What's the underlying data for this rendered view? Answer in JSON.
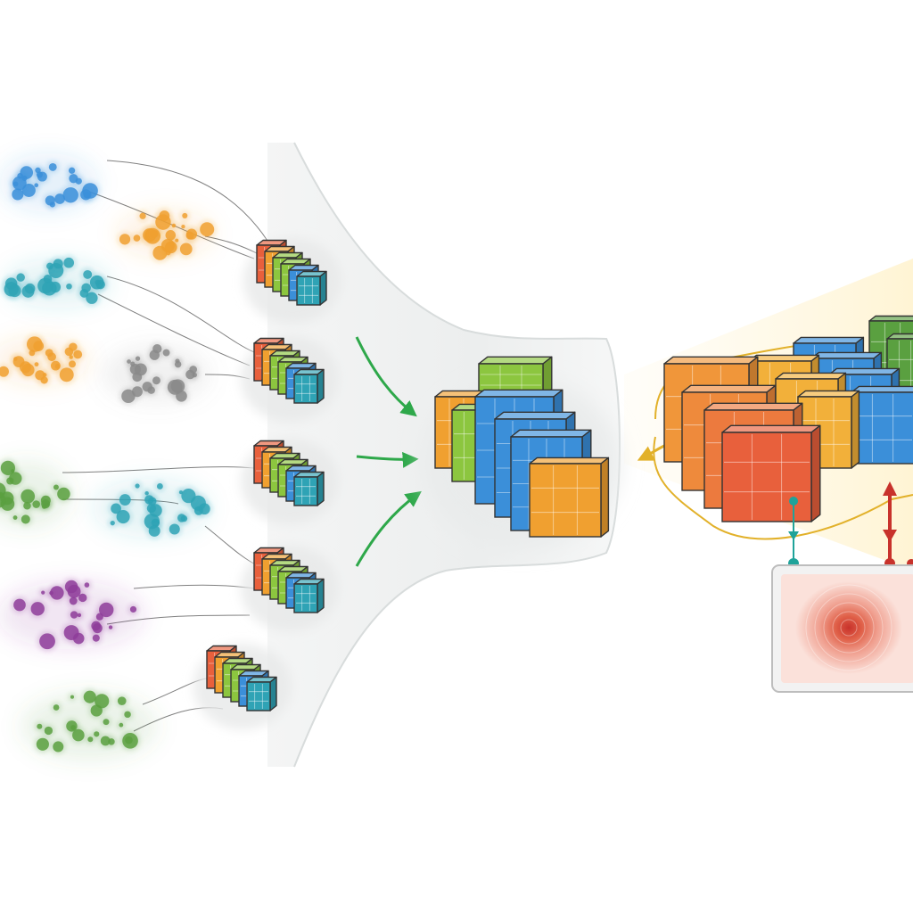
{
  "diagram": {
    "colors": {
      "blue": "#3b8fd9",
      "orange": "#f0a030",
      "teal": "#2fa3b5",
      "gray": "#8a8a8a",
      "green": "#5aa040",
      "purple": "#8e3d9a",
      "red": "#e8603c",
      "lime": "#8cc63f",
      "arrow_green": "#2ea84a",
      "arrow_gold": "#e2b12a",
      "teal_link": "#1fa39a",
      "red_link": "#c8322b"
    },
    "clusters": [
      {
        "name": "blue-cluster",
        "color": "blue"
      },
      {
        "name": "orange-cluster",
        "color": "orange"
      },
      {
        "name": "teal-cluster",
        "color": "teal"
      },
      {
        "name": "orange-cluster-2",
        "color": "orange"
      },
      {
        "name": "gray-cluster",
        "color": "gray"
      },
      {
        "name": "green-cluster",
        "color": "green"
      },
      {
        "name": "teal-cluster-2",
        "color": "teal"
      },
      {
        "name": "purple-cluster",
        "color": "purple"
      },
      {
        "name": "green-cluster-2",
        "color": "green"
      }
    ],
    "cube_stacks": [
      {
        "name": "cube-stack-1"
      },
      {
        "name": "cube-stack-2"
      },
      {
        "name": "cube-stack-3"
      },
      {
        "name": "cube-stack-4"
      },
      {
        "name": "cube-stack-5"
      }
    ],
    "central_stack": {
      "name": "central-cube-stack"
    },
    "right_stack": {
      "name": "right-cube-grid"
    },
    "heatmap": {
      "name": "heatmap-panel"
    }
  }
}
